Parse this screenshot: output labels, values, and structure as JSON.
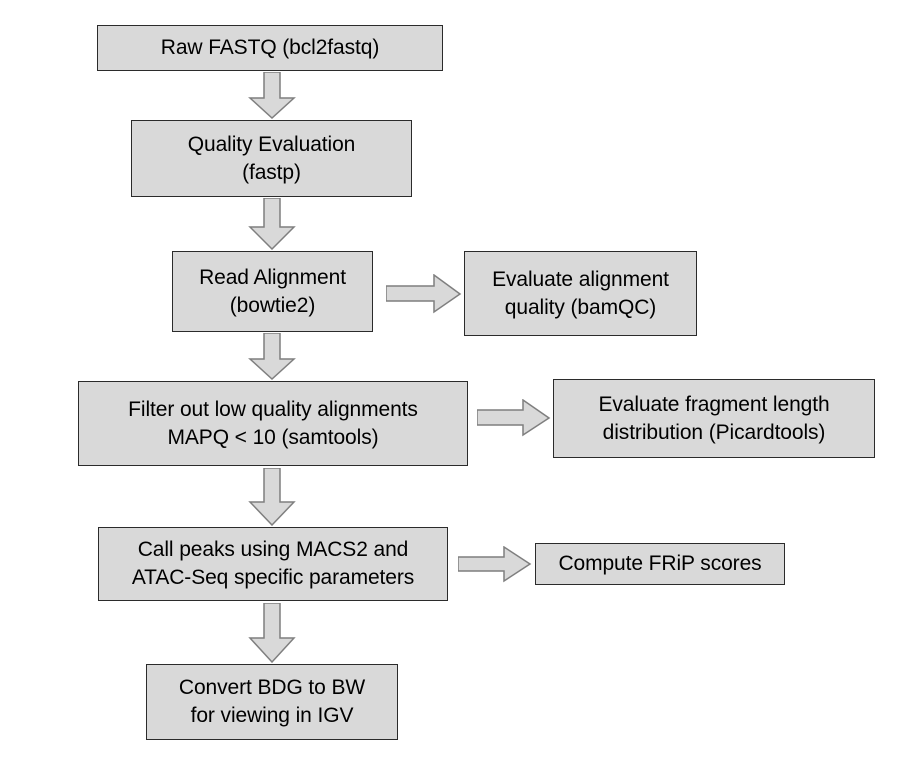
{
  "diagram": {
    "title": "ATAC-Seq analysis pipeline flowchart",
    "background_color": "#ffffff",
    "node_fill_color": "#d9d9d9",
    "node_border_color": "#2b2b2b",
    "arrow_fill_color": "#d9d9d9",
    "arrow_border_color": "#7f7f7f",
    "text_color": "#000000",
    "nodes": [
      {
        "id": "raw-fastq",
        "label": "Raw FASTQ (bcl2fastq)"
      },
      {
        "id": "quality-eval",
        "label": "Quality Evaluation\n(fastp)"
      },
      {
        "id": "read-alignment",
        "label": "Read Alignment\n(bowtie2)"
      },
      {
        "id": "bamqc",
        "label": "Evaluate alignment\nquality (bamQC)"
      },
      {
        "id": "filter",
        "label": "Filter out low quality alignments\nMAPQ < 10 (samtools)"
      },
      {
        "id": "fraglen",
        "label": "Evaluate fragment length\ndistribution (Picardtools)"
      },
      {
        "id": "callpeaks",
        "label": "Call peaks using MACS2 and\nATAC-Seq specific parameters"
      },
      {
        "id": "frip",
        "label": "Compute FRiP scores"
      },
      {
        "id": "convert",
        "label": "Convert BDG to BW\nfor viewing in IGV"
      }
    ],
    "edges": [
      {
        "id": "raw-to-quality",
        "from": "raw-fastq",
        "to": "quality-eval",
        "direction": "down"
      },
      {
        "id": "quality-to-align",
        "from": "quality-eval",
        "to": "read-alignment",
        "direction": "down"
      },
      {
        "id": "align-to-filter",
        "from": "read-alignment",
        "to": "filter",
        "direction": "down"
      },
      {
        "id": "filter-to-callpeak",
        "from": "filter",
        "to": "callpeaks",
        "direction": "down"
      },
      {
        "id": "callpeak-to-conv",
        "from": "callpeaks",
        "to": "convert",
        "direction": "down"
      },
      {
        "id": "align-to-bamqc",
        "from": "read-alignment",
        "to": "bamqc",
        "direction": "right"
      },
      {
        "id": "filter-to-frag",
        "from": "filter",
        "to": "fraglen",
        "direction": "right"
      },
      {
        "id": "callpeak-to-frip",
        "from": "callpeaks",
        "to": "frip",
        "direction": "right"
      }
    ]
  }
}
